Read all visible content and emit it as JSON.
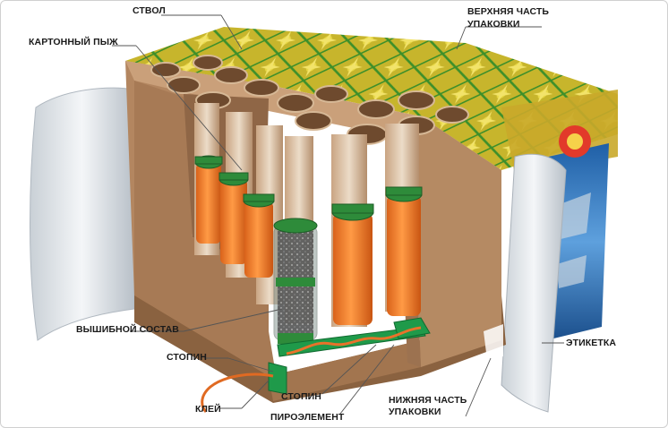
{
  "labels": {
    "barrel": "СТВОЛ",
    "top_pack": "ВЕРХНЯЯ ЧАСТЬ УПАКОВКИ",
    "wad": "КАРТОННЫЙ ПЫЖ",
    "lift_charge": "ВЫШИБНОЙ СОСТАВ",
    "fuse_left": "СТОПИН",
    "glue": "КЛЕЙ",
    "fuse_bottom": "СТОПИН",
    "pyro_element": "ПИРОЭЛЕМЕНТ",
    "bottom_pack_line1": "НИЖНЯЯ ЧАСТЬ",
    "bottom_pack_line2": "УПАКОВКИ",
    "label_sticker": "ЭТИКЕТКА"
  },
  "colors": {
    "cardboard": "#b98c66",
    "cardboard_dark": "#8f6646",
    "tube_inner": "#d9bfa6",
    "cartridge_orange": "#f07d2a",
    "cap_green": "#2e8b3a",
    "fuse_green": "#1f9a4a",
    "wrap_paper": "#e9edf0",
    "top_gold": "#c9b830",
    "side_blue": "#2f6fb2",
    "lead_line": "#555555"
  }
}
